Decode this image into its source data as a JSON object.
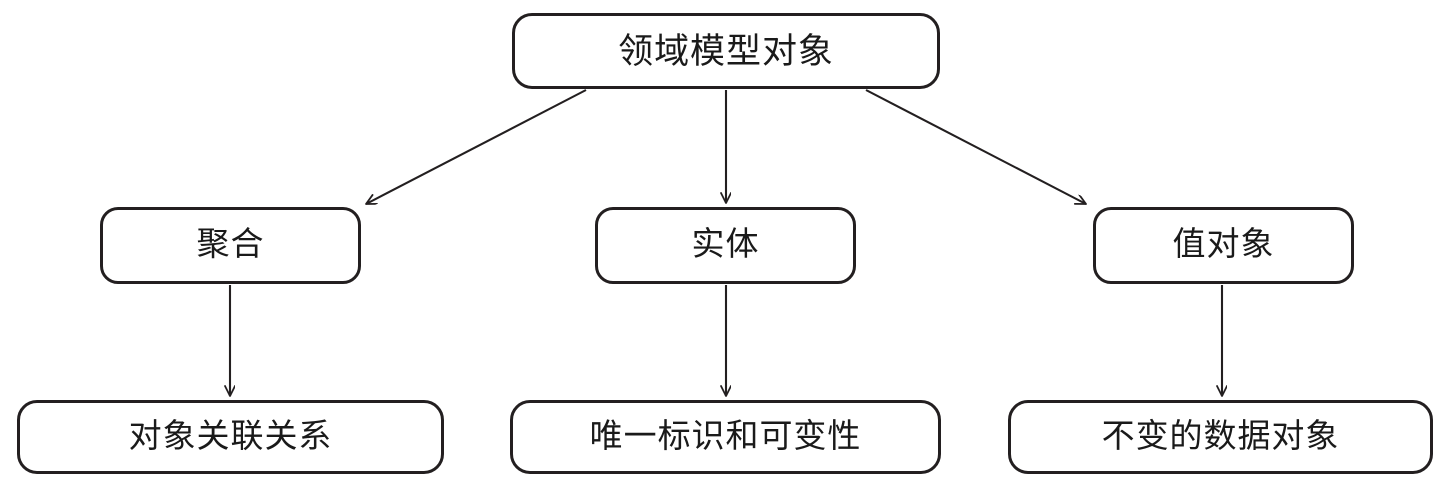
{
  "diagram": {
    "title": "领域模型对象",
    "theme": {
      "stroke": "#231f20",
      "fill": "#ffffff",
      "text": "#1a1a1a",
      "background": "#ffffff"
    },
    "nodes": {
      "root": {
        "label": "领域模型对象"
      },
      "aggregate": {
        "label": "聚合"
      },
      "entity": {
        "label": "实体"
      },
      "value_object": {
        "label": "值对象"
      },
      "association": {
        "label": "对象关联关系"
      },
      "identity": {
        "label": "唯一标识和可变性"
      },
      "immutable": {
        "label": "不变的数据对象"
      }
    },
    "edges": [
      {
        "from": "root",
        "to": "aggregate",
        "style": "diagonal-arrow"
      },
      {
        "from": "root",
        "to": "entity",
        "style": "vertical-arrow"
      },
      {
        "from": "root",
        "to": "value_object",
        "style": "diagonal-arrow"
      },
      {
        "from": "aggregate",
        "to": "association",
        "style": "vertical-arrow"
      },
      {
        "from": "entity",
        "to": "identity",
        "style": "vertical-arrow"
      },
      {
        "from": "value_object",
        "to": "immutable",
        "style": "vertical-arrow"
      }
    ]
  }
}
